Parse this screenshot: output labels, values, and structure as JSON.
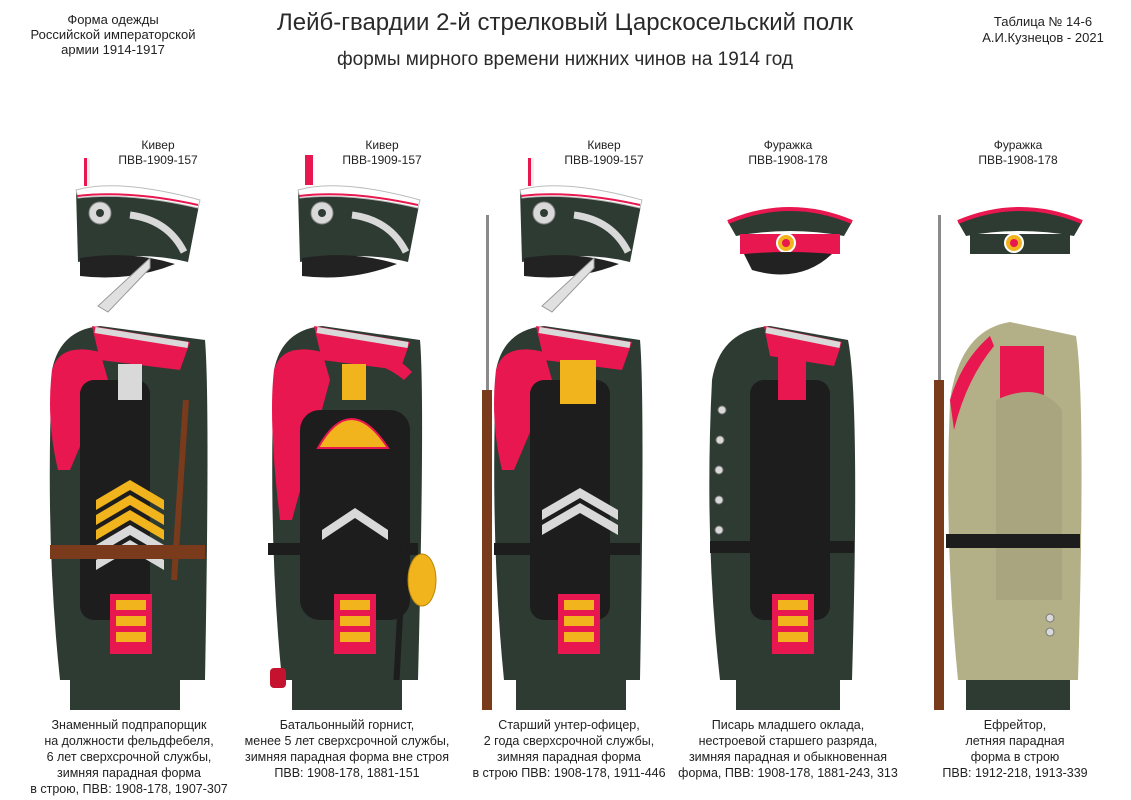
{
  "header": {
    "left_lines": [
      "Форма одежды",
      "Российской императорской",
      "армии  1914-1917"
    ],
    "title": "Лейб-гвардии 2-й стрелковый Царскосельский полк",
    "subtitle": "формы мирного времени нижних чинов  на 1914 год",
    "right_lines": [
      "Таблица № 14-6",
      "А.И.Кузнецов - 2021"
    ]
  },
  "colors": {
    "uniform_green": "#2e3b33",
    "collar_red": "#e8174f",
    "silver": "#d9d9d9",
    "gold": "#f2b41c",
    "khaki": "#b3b088",
    "stock_brown": "#7a3b1c"
  },
  "figures": [
    {
      "headgear_name": "Кивер",
      "headgear_code": "ПВВ-1909-157",
      "caption_lines": [
        "Знаменный подпрапорщик",
        "на должности фельдфебеля,",
        "6 лет сверхсрочной службы,",
        "зимняя парадная форма",
        "в строю, ПВВ: 1908-178, 1907-307"
      ]
    },
    {
      "headgear_name": "Кивер",
      "headgear_code": "ПВВ-1909-157",
      "caption_lines": [
        "Батальонныйй горнист,",
        "менее 5 лет сверхсрочной службы,",
        "зимняя парадная форма вне строя",
        "ПВВ: 1908-178, 1881-151"
      ]
    },
    {
      "headgear_name": "Кивер",
      "headgear_code": "ПВВ-1909-157",
      "caption_lines": [
        "Старший унтер-офицер,",
        "2 года сверхсрочной службы,",
        "зимняя парадная форма",
        "в строю ПВВ: 1908-178, 1911-446"
      ]
    },
    {
      "headgear_name": "Фуражка",
      "headgear_code": "ПВВ-1908-178",
      "caption_lines": [
        "Писарь младшего оклада,",
        "нестроевой старшего разряда,",
        "зимняя парадная и обыкновенная",
        "форма, ПВВ: 1908-178, 1881-243, 313"
      ]
    },
    {
      "headgear_name": "Фуражка",
      "headgear_code": "ПВВ-1908-178",
      "caption_lines": [
        "Ефрейтор,",
        "летняя парадная",
        "форма в строю",
        "ПВВ: 1912-218, 1913-339"
      ]
    }
  ]
}
